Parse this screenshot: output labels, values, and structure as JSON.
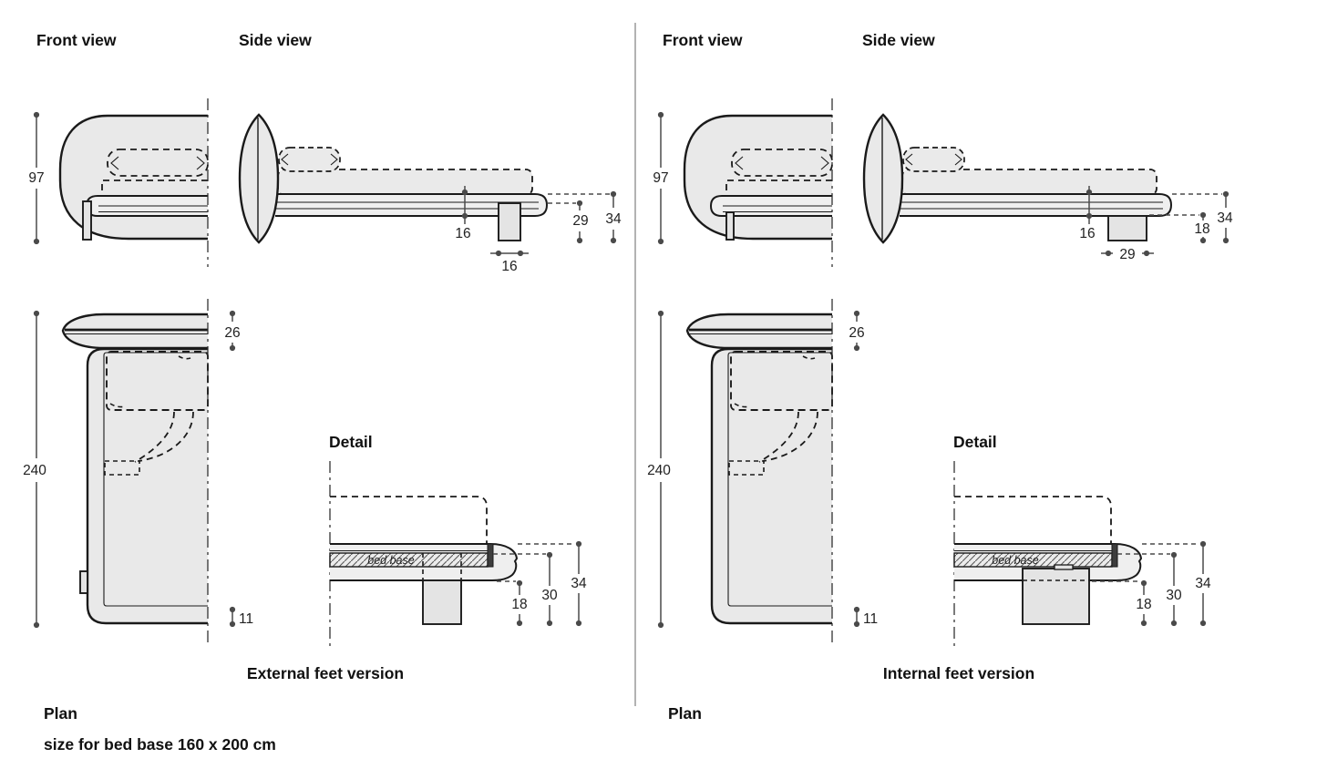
{
  "page": {
    "background": "#ffffff",
    "divider_color": "#9a9a9a",
    "drawing_fill": "#e9e9e9",
    "outline_color": "#1a1a1a",
    "dimension_color": "#4a4a4a"
  },
  "footer": {
    "size_note": "size for bed base 160 x 200 cm"
  },
  "versions": [
    {
      "version_title": "External feet version",
      "front_view_title": "Front view",
      "side_view_title": "Side view",
      "detail_title": "Detail",
      "plan_title": "Plan",
      "bed_base_label": "bed base",
      "dims": {
        "overall_height": "97",
        "plan_length": "240",
        "headboard_overhang": "26",
        "frame_edge": "11",
        "platform_thickness": "16",
        "foot_width": "16",
        "side_inner_height": "29",
        "side_overall_height": "34",
        "detail_clearance_height": "18",
        "detail_bed_base_height": "30",
        "detail_overall_height": "34"
      }
    },
    {
      "version_title": "Internal feet version",
      "front_view_title": "Front view",
      "side_view_title": "Side view",
      "detail_title": "Detail",
      "plan_title": "Plan",
      "bed_base_label": "bed base",
      "dims": {
        "overall_height": "97",
        "plan_length": "240",
        "headboard_overhang": "26",
        "frame_edge": "11",
        "platform_thickness": "16",
        "foot_width": "29",
        "side_inner_height": "18",
        "side_overall_height": "34",
        "detail_clearance_height": "18",
        "detail_bed_base_height": "30",
        "detail_overall_height": "34"
      }
    }
  ]
}
